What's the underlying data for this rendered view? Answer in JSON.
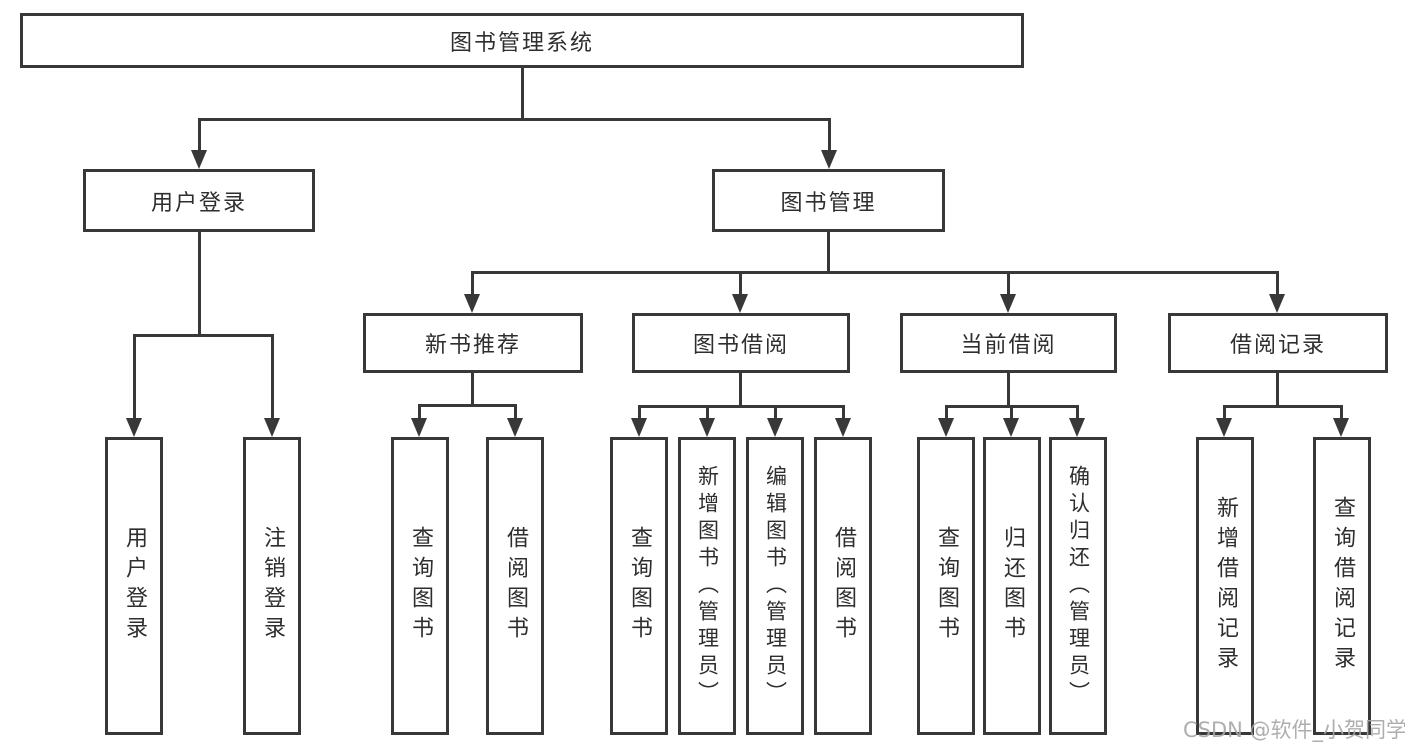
{
  "diagram": {
    "root": {
      "label": "图书管理系统"
    },
    "level2": [
      {
        "id": "user-login",
        "label": "用户登录"
      },
      {
        "id": "book-management",
        "label": "图书管理"
      }
    ],
    "level3": [
      {
        "id": "new-book-recommend",
        "label": "新书推荐"
      },
      {
        "id": "book-borrowing",
        "label": "图书借阅"
      },
      {
        "id": "current-borrowing",
        "label": "当前借阅"
      },
      {
        "id": "borrow-records",
        "label": "借阅记录"
      }
    ],
    "leaves": [
      {
        "id": "user-login-leaf",
        "parent": "user-login",
        "label": "用户登录"
      },
      {
        "id": "logout",
        "parent": "user-login",
        "label": "注销登录"
      },
      {
        "id": "query-books-recommend",
        "parent": "new-book-recommend",
        "label": "查询图书"
      },
      {
        "id": "borrow-books-recommend",
        "parent": "new-book-recommend",
        "label": "借阅图书"
      },
      {
        "id": "query-books-borrowing",
        "parent": "book-borrowing",
        "label": "查询图书"
      },
      {
        "id": "add-books-admin",
        "parent": "book-borrowing",
        "label": "新增图书（管理员）"
      },
      {
        "id": "edit-books-admin",
        "parent": "book-borrowing",
        "label": "编辑图书（管理员）"
      },
      {
        "id": "borrow-books",
        "parent": "book-borrowing",
        "label": "借阅图书"
      },
      {
        "id": "query-books-current",
        "parent": "current-borrowing",
        "label": "查询图书"
      },
      {
        "id": "return-books",
        "parent": "current-borrowing",
        "label": "归还图书"
      },
      {
        "id": "confirm-return-admin",
        "parent": "current-borrowing",
        "label": "确认归还（管理员）"
      },
      {
        "id": "add-borrow-record",
        "parent": "borrow-records",
        "label": "新增借阅记录"
      },
      {
        "id": "query-borrow-record",
        "parent": "borrow-records",
        "label": "查询借阅记录"
      }
    ]
  },
  "watermark": {
    "text": "CSDN @软件_小贺同学"
  },
  "colors": {
    "line": "#383838",
    "text": "#2e2e2e",
    "watermark": "#a6a6a6",
    "background": "#ffffff"
  }
}
